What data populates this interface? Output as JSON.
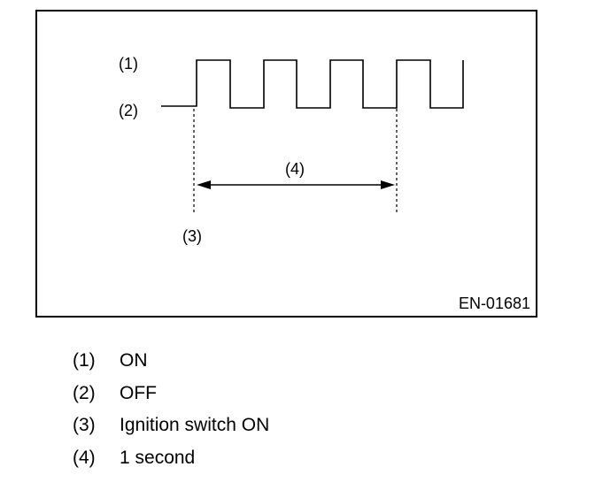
{
  "diagram": {
    "on_label": "(1)",
    "off_label": "(2)",
    "ignition_label": "(3)",
    "duration_label": "(4)",
    "figure_code": "EN-01681"
  },
  "legend": [
    {
      "num": "(1)",
      "text": "ON"
    },
    {
      "num": "(2)",
      "text": "OFF"
    },
    {
      "num": "(3)",
      "text": "Ignition switch ON"
    },
    {
      "num": "(4)",
      "text": "1 second"
    }
  ]
}
